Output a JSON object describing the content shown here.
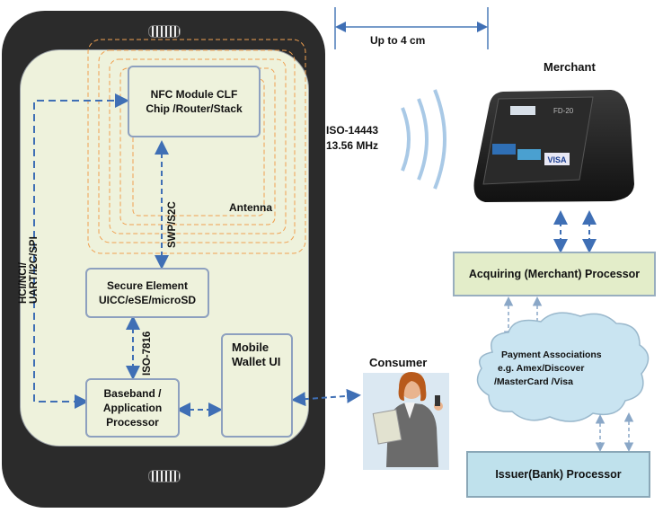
{
  "labels": {
    "distance": "Up to 4 cm",
    "merchant": "Merchant",
    "iso_freq_line1": "ISO-14443",
    "iso_freq_line2": "13.56 MHz",
    "antenna": "Antenna",
    "swp": "SWP/S2C",
    "hci": "HCI/NCI/ UART/I2C/SPI",
    "iso7816": "ISO-7816",
    "consumer": "Consumer",
    "terminal_brand": "FD-20"
  },
  "nodes": {
    "nfc_module": {
      "line1": "NFC Module CLF",
      "line2": "Chip /Router/Stack"
    },
    "secure_element": {
      "line1": "Secure Element",
      "line2": "UICC/eSE/microSD"
    },
    "baseband": {
      "line1": "Baseband /",
      "line2": "Application",
      "line3": "Processor"
    },
    "wallet": {
      "line1": "Mobile",
      "line2": "Wallet UI"
    },
    "acquiring": "Acquiring (Merchant) Processor",
    "payment_assoc": {
      "line1": "Payment Associations",
      "line2": "e.g. Amex/Discover",
      "line3": "/MasterCard /Visa"
    },
    "issuer": "Issuer(Bank) Processor"
  },
  "colors": {
    "phone_body": "#2b2b2b",
    "screen": "#eef2dc",
    "box_border": "#8da0bf",
    "arrow": "#3f6fb5",
    "antenna": "#f0a050",
    "acquiring_fill": "#e3edc9",
    "issuer_fill": "#bfe1ec",
    "cloud_fill": "#c9e4f1"
  }
}
